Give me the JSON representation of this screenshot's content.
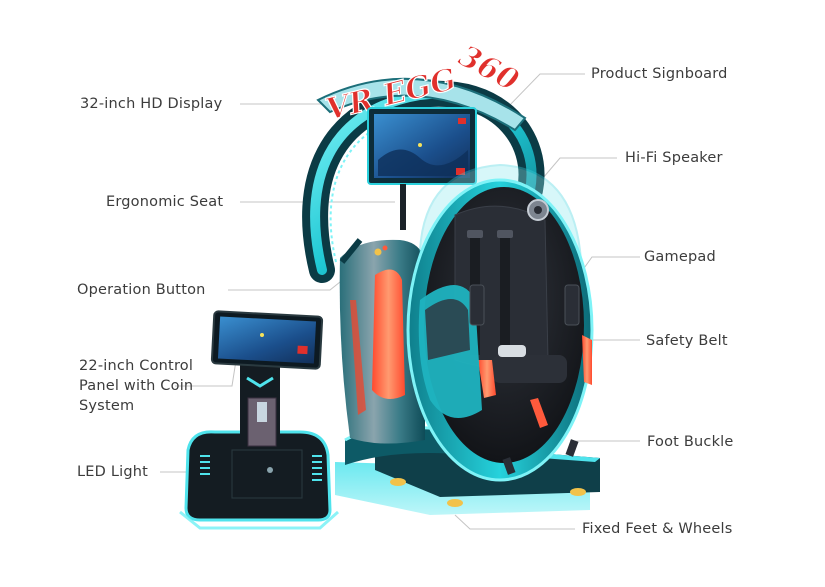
{
  "product": {
    "signboard_text": "VR EGG 360",
    "colors": {
      "teal_main": "#1fc8d4",
      "teal_dark": "#0c5a66",
      "teal_glow": "#6ff0f5",
      "shell_dark": "#1b1f26",
      "seat_dark": "#22262e",
      "accent_red": "#ff5a3c",
      "accent_orange": "#ff8a5c",
      "screen_blue": "#1f5aa0",
      "sign_red": "#e0302c",
      "sign_green": "#2e8a4a",
      "leader_line": "#bdbdbd",
      "label_text": "#3c3c3c"
    }
  },
  "callouts": {
    "left": [
      {
        "id": "display",
        "text": "32-inch HD Display"
      },
      {
        "id": "seat",
        "text": "Ergonomic Seat"
      },
      {
        "id": "operation",
        "text": "Operation Button"
      },
      {
        "id": "control_panel",
        "text": "22-inch Control Panel with Coin System"
      },
      {
        "id": "led",
        "text": "LED Light"
      }
    ],
    "right": [
      {
        "id": "signboard",
        "text": "Product Signboard"
      },
      {
        "id": "speaker",
        "text": "Hi-Fi Speaker"
      },
      {
        "id": "gamepad",
        "text": "Gamepad"
      },
      {
        "id": "belt",
        "text": "Safety Belt"
      },
      {
        "id": "foot_buckle",
        "text": "Foot Buckle"
      },
      {
        "id": "feet_wheels",
        "text": "Fixed Feet & Wheels"
      }
    ]
  }
}
